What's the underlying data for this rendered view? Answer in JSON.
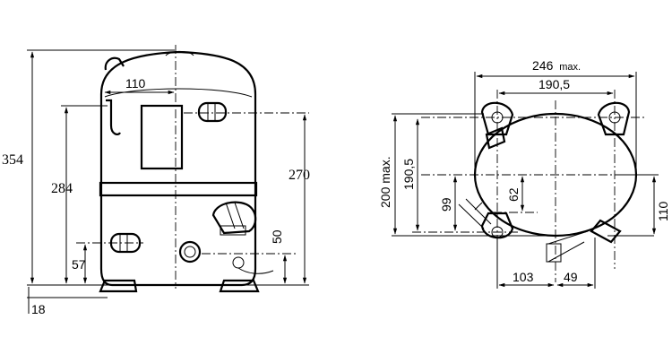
{
  "side_view": {
    "dims": {
      "total_height": "354",
      "height_284": "284",
      "height_270": "270",
      "top_110": "110",
      "height_50": "50",
      "height_57": "57",
      "base_18": "18"
    }
  },
  "top_view": {
    "dims": {
      "width_max": "246",
      "width_max_unit": "max.",
      "width_190_5": "190,5",
      "height_max": "200 max.",
      "height_190_5": "190,5",
      "offset_99": "99",
      "offset_62": "62",
      "offset_110": "110",
      "offset_103": "103",
      "offset_49": "49"
    }
  }
}
